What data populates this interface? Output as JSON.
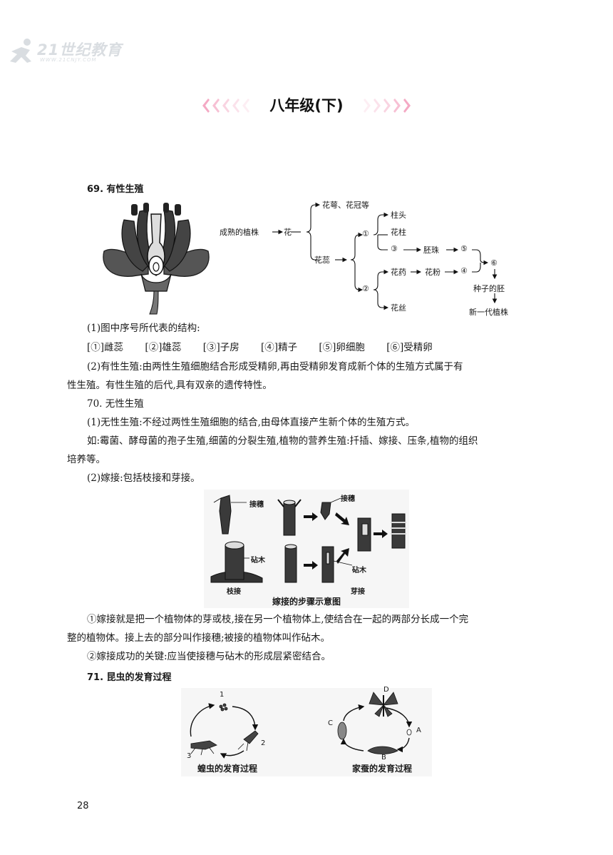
{
  "logo": {
    "name": "21世纪教育",
    "url": "WWW.21CNJY.COM"
  },
  "grade_title": "八年级(下)",
  "s69": {
    "title": "69. 有性生殖",
    "flow": {
      "root": "成熟的植株",
      "flower": "花",
      "calyx": "花萼、花冠等",
      "pistil": "花蕊",
      "c1": "①",
      "c2": "②",
      "stigma": "柱头",
      "style": "花柱",
      "c3": "③",
      "ovule": "胚珠",
      "c5": "⑤",
      "anther": "花药",
      "pollen": "花粉",
      "c4": "④",
      "filament": "花丝",
      "c6": "⑥",
      "embryo": "种子的胚",
      "new_plant": "新一代植株"
    },
    "p1": "(1)图中序号所代表的结构:",
    "structures": [
      "[①]雌蕊",
      "[②]雄蕊",
      "[③]子房",
      "[④]精子",
      "[⑤]卵细胞",
      "[⑥]受精卵"
    ],
    "p2_line1": "(2)有性生殖:由两性生殖细胞结合形成受精卵,再由受精卵发育成新个体的生殖方式属于有",
    "p2_line2": "性生殖。有性生殖的后代,具有双亲的遗传特性。"
  },
  "s70": {
    "title": "70. 无性生殖",
    "p1": "(1)无性生殖:不经过两性生殖细胞的结合,由母体直接产生新个体的生殖方式。",
    "p2_line1": "如:霉菌、酵母菌的孢子生殖,细菌的分裂生殖,植物的营养生殖:扦插、嫁接、压条,植物的组织",
    "p2_line2": "培养等。",
    "p3": "(2)嫁接:包括枝接和芽接。",
    "graft": {
      "scion1": "接穗",
      "scion2": "接穗",
      "stock1": "砧木",
      "stock2": "砧木",
      "branch": "枝接",
      "bud": "芽接",
      "caption": "嫁接的步骤示意图"
    },
    "n1_line1": "①嫁接就是把一个植物体的芽或枝,接在另一个植物体上,使结合在一起的两部分长成一个完",
    "n1_line2": "整的植物体。接上去的部分叫作接穗;被接的植物体叫作砧木。",
    "n2": "②嫁接成功的关键:应当使接穗与砧木的形成层紧密结合。"
  },
  "s71": {
    "title": "71. 昆虫的发育过程",
    "locust": {
      "s1": "1",
      "s2": "2",
      "s3": "3",
      "caption": "蝗虫的发育过程"
    },
    "silkworm": {
      "a": "A",
      "b": "B",
      "c": "C",
      "d": "D",
      "caption": "家蚕的发育过程"
    }
  },
  "page_number": "28"
}
